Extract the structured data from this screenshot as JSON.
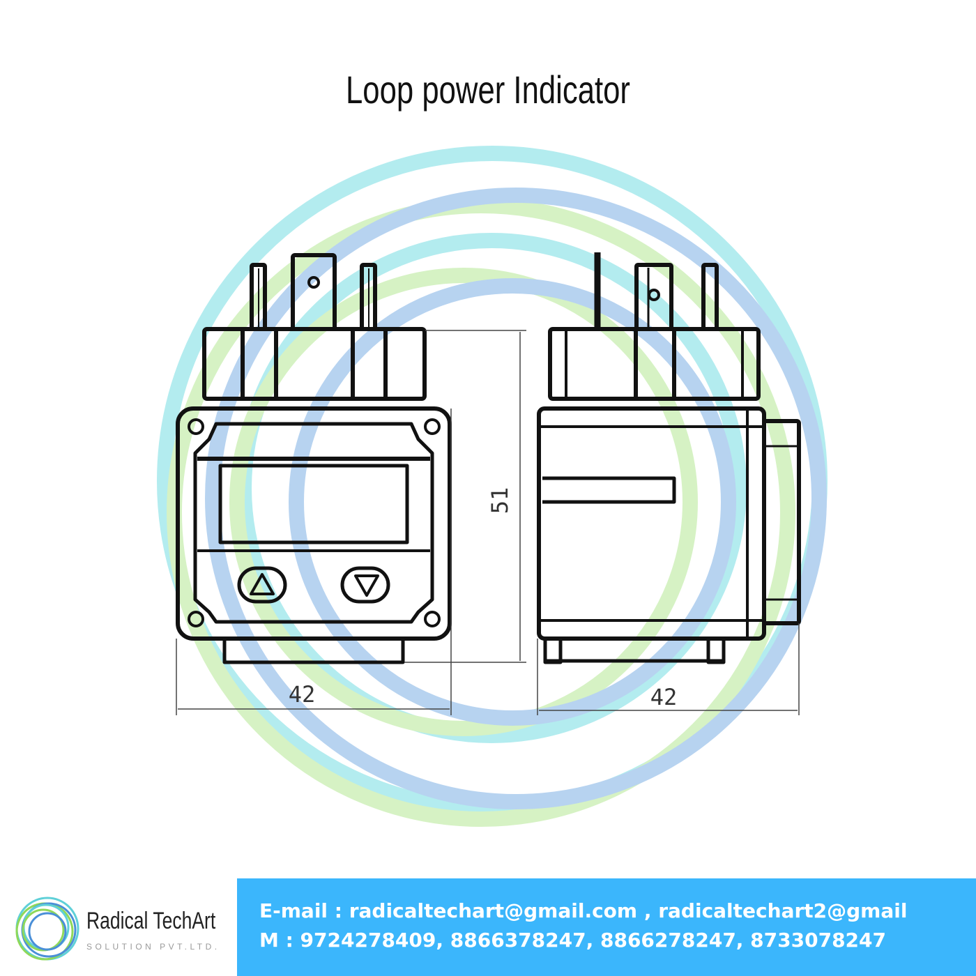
{
  "title": "Loop power Indicator",
  "dimensions": {
    "front_width": "42",
    "side_width": "42",
    "height": "51"
  },
  "watermark_colors": {
    "cyan": "#b3ecef",
    "green": "#d6f2c4",
    "blue": "#b7d3f0"
  },
  "brand": {
    "name": "Radical TechArt",
    "subtitle": "SOLUTION PVT.LTD.",
    "logo_icon": "concentric-rings-logo"
  },
  "contact": {
    "email_line": "E-mail : radicaltechart@gmail.com , radicaltechart2@gmail",
    "phone_line": "M : 9724278409, 8866378247, 8866278247, 8733078247",
    "background": "#3bb6fc"
  }
}
